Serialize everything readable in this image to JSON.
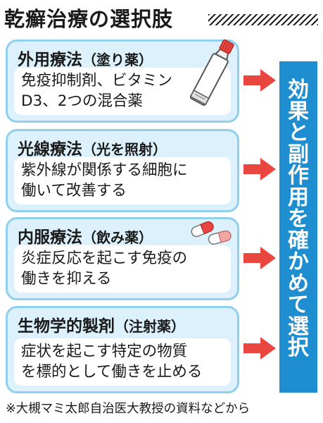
{
  "title": "乾癬治療の選択肢",
  "treatments": [
    {
      "name": "外用療法",
      "note": "（塗り薬）",
      "body": [
        "免疫抑制剤、ビタミン",
        "D3、2つの混合薬"
      ]
    },
    {
      "name": "光線療法",
      "note": "（光を照射）",
      "body": [
        "紫外線が関係する細胞に",
        "働いて改善する"
      ]
    },
    {
      "name": "内服療法",
      "note": "（飲み薬）",
      "body": [
        "炎症反応を起こす免疫の",
        "働きを抑える"
      ]
    },
    {
      "name": "生物学的製剤",
      "note": "（注射薬）",
      "body": [
        "症状を起こす特定の物質",
        "を標的として働きを止める"
      ]
    }
  ],
  "conclusion": "効果と副作用を確かめて選択",
  "footnote": "※大槻マミ太郎自治医大教授の資料などから",
  "colors": {
    "card_fill": "#dcf1fb",
    "card_border": "#8fd0ef",
    "arrow": "#e8463f",
    "conclusion_box": "#1e8ed0"
  },
  "icons": [
    "ointment-tube-icon",
    "capsule-pills-icon"
  ]
}
